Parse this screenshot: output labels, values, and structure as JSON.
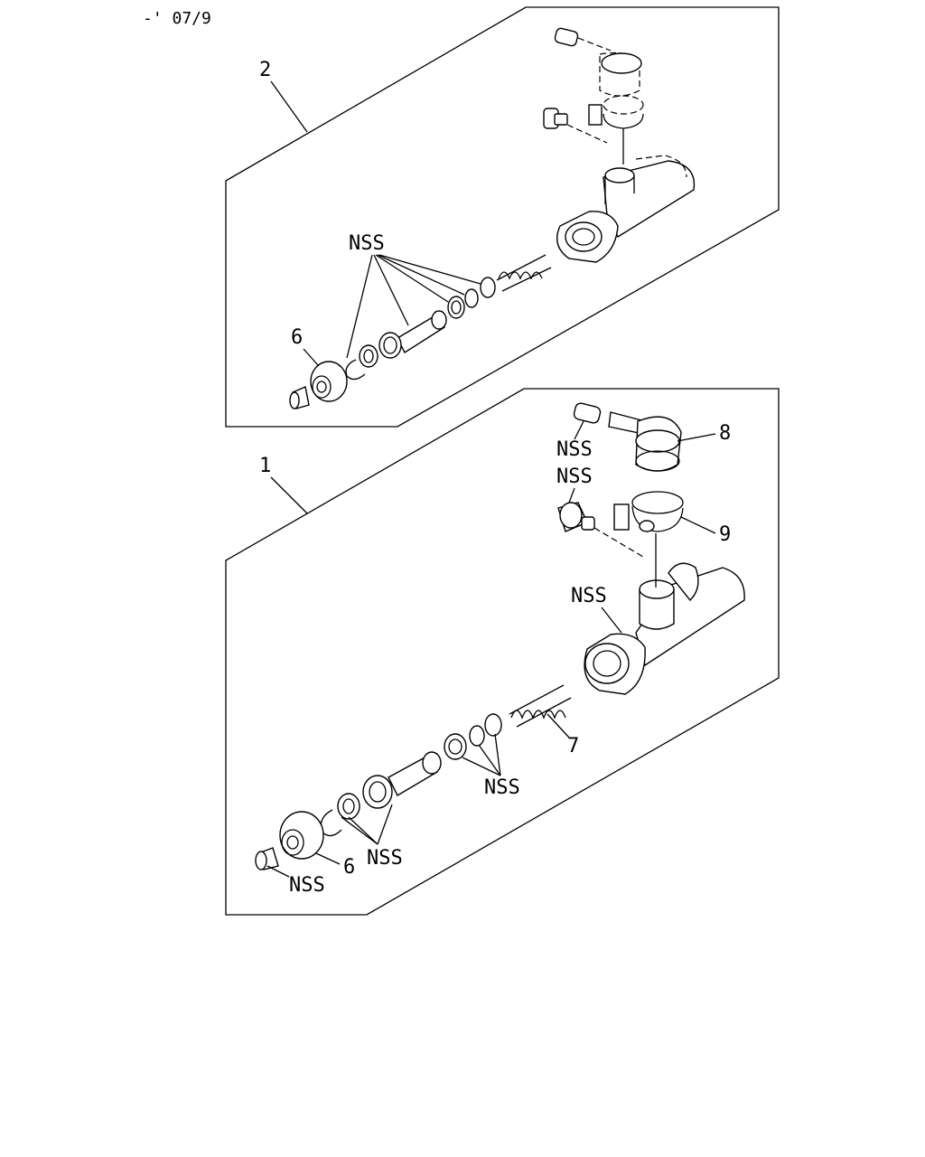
{
  "header": {
    "code": "-' 07/9"
  },
  "assemblies": [
    {
      "id": "assembly-2",
      "ref": "2",
      "labels": {
        "nss_group": "NSS",
        "piston_cap": "6"
      }
    },
    {
      "id": "assembly-1",
      "ref": "1",
      "labels": {
        "nss_fitting": "NSS",
        "nss_bleeder": "NSS",
        "reservoir_fitting": "8",
        "clamp": "9",
        "nss_body": "NSS",
        "spring": "7",
        "nss_seals": "NSS",
        "nss_piston": "NSS",
        "piston_cap": "6",
        "nss_pushrod": "NSS"
      }
    }
  ]
}
